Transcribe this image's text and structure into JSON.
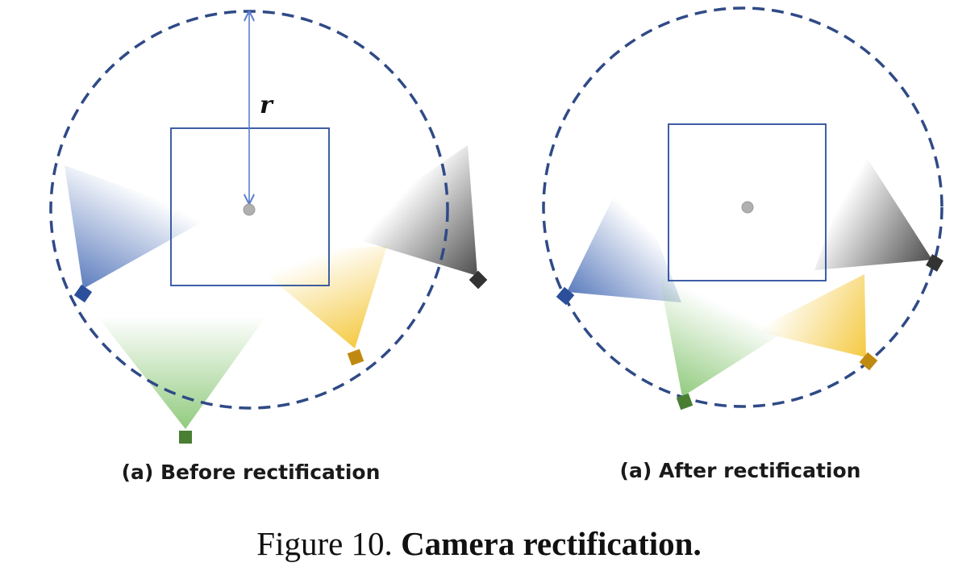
{
  "colors": {
    "circle": "#2f4a86",
    "square": "#2a4d9c",
    "radius_arrow": "#5b7fd0",
    "center_dot": "#b0b0b0",
    "camera_blue": "#2b4f9a",
    "camera_green": "#4a7f33",
    "camera_yellow": "#c08a10",
    "camera_black": "#333333",
    "cone_blue": "#5577bb",
    "cone_green": "#8cc878",
    "cone_yellow": "#f4c83c",
    "cone_black": "#444444"
  },
  "panels": [
    {
      "id": "before",
      "label": "(a) Before rectification",
      "radius_label": "r",
      "cameras": [
        "blue",
        "green",
        "yellow",
        "black"
      ]
    },
    {
      "id": "after",
      "label": "(a) After rectification",
      "cameras": [
        "blue",
        "green",
        "yellow",
        "black"
      ]
    }
  ],
  "caption": {
    "prefix": "Figure 10.",
    "title": "Camera rectification."
  }
}
